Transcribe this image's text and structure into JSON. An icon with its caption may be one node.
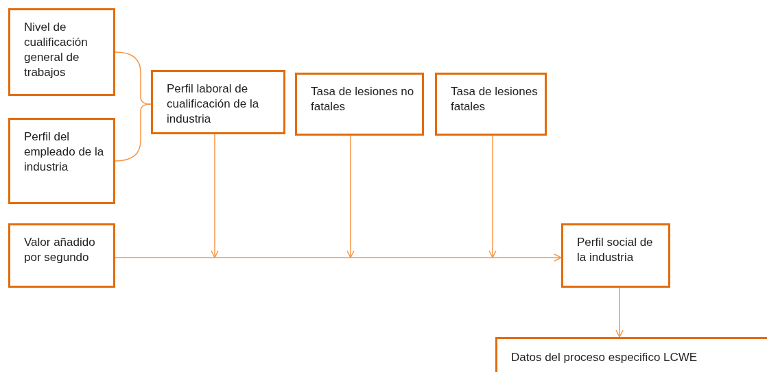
{
  "diagram": {
    "nodes": [
      {
        "text": [
          "Nivel de cualificación general de trabajos"
        ]
      },
      {
        "text": [
          "Perfil del empleado de la industria"
        ]
      },
      {
        "text": [
          "Perfil laboral de cualificación de la industria"
        ]
      },
      {
        "text": [
          "Tasa de lesiones no fatales"
        ]
      },
      {
        "text": [
          "Tasa de lesiones fatales"
        ]
      },
      {
        "text": [
          "Valor añadido por segundo"
        ]
      },
      {
        "text": [
          "Perfil social de la industria"
        ]
      },
      {
        "text": [
          "Datos del proceso especifico LCWE"
        ]
      }
    ],
    "edges": [
      {
        "from": 0,
        "to": 2,
        "arrow": "none"
      },
      {
        "from": 1,
        "to": 2,
        "arrow": "none"
      },
      {
        "from": 2,
        "to": null,
        "arrow": "to"
      },
      {
        "from": 3,
        "to": null,
        "arrow": "to"
      },
      {
        "from": 4,
        "to": null,
        "arrow": "to"
      },
      {
        "from": 5,
        "to": 6,
        "arrow": "to"
      },
      {
        "from": 6,
        "to": 7,
        "arrow": "to"
      }
    ]
  }
}
